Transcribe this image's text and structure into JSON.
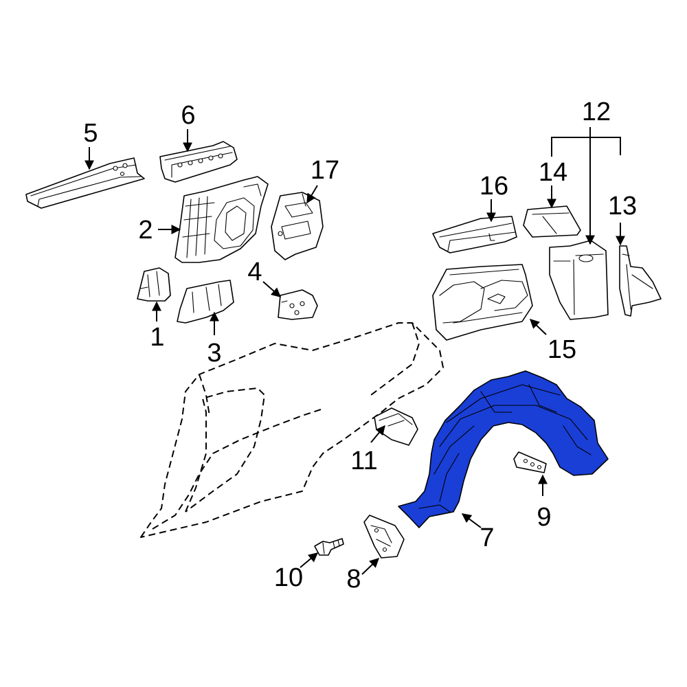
{
  "colors": {
    "highlight_fill": "#1a3fd6",
    "line": "#000000",
    "background": "#ffffff"
  },
  "highlighted_part": "7",
  "callouts": {
    "c1": "1",
    "c2": "2",
    "c3": "3",
    "c4": "4",
    "c5": "5",
    "c6": "6",
    "c7": "7",
    "c8": "8",
    "c9": "9",
    "c10": "10",
    "c11": "11",
    "c12": "12",
    "c13": "13",
    "c14": "14",
    "c15": "15",
    "c16": "16",
    "c17": "17"
  }
}
